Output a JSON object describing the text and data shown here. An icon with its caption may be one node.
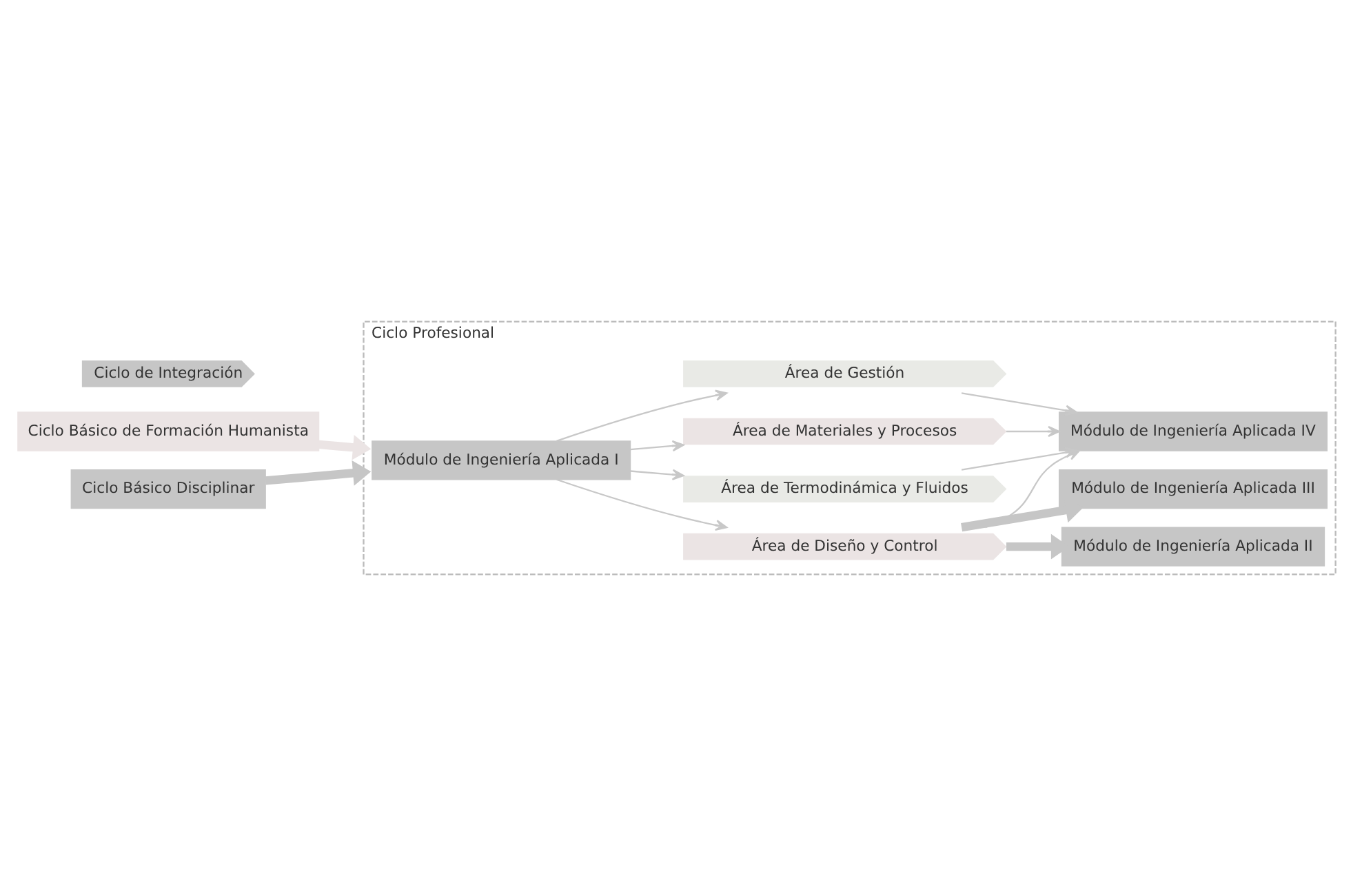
{
  "diagram": {
    "nodes": [
      {
        "text": [
          "Ciclo Básico de Formación Humanista"
        ]
      },
      {
        "text": [
          "Ciclo Básico Disciplinar"
        ]
      },
      {
        "text": [
          "Ciclo Profesional"
        ]
      },
      {
        "text": [
          "Módulo de Ingeniería Aplicada I"
        ],
        "in": 2
      },
      {
        "text": [
          "Área de Diseño y Control"
        ],
        "in": 2
      },
      {
        "text": [
          "Área de Termodinámica y Fluidos"
        ],
        "in": 2
      },
      {
        "text": [
          "Área de Materiales y Procesos"
        ],
        "in": 2
      },
      {
        "text": [
          "Área de Gestión"
        ],
        "in": 2
      },
      {
        "text": [
          "Módulo de Ingeniería Aplicada IV"
        ],
        "in": 2
      },
      {
        "text": [
          "Módulo de Ingeniería Aplicada II"
        ],
        "in": 2
      },
      {
        "text": [
          "Módulo de Ingeniería Aplicada III"
        ],
        "in": 2
      },
      {
        "text": [
          "Ciclo de Integración"
        ]
      }
    ],
    "edges": [
      {
        "from": 0,
        "to": 2,
        "arrow": "to",
        "style": "thick",
        "color": "#ebe4e4"
      },
      {
        "from": 1,
        "to": 2,
        "arrow": "to",
        "style": "thick",
        "color": "#c6c6c6"
      },
      {
        "from": 3,
        "to": 4,
        "arrow": "to"
      },
      {
        "from": 3,
        "to": 5,
        "arrow": "to"
      },
      {
        "from": 3,
        "to": 6,
        "arrow": "to"
      },
      {
        "from": 3,
        "to": 7,
        "arrow": "to"
      },
      {
        "from": 4,
        "to": 8,
        "arrow": "to"
      },
      {
        "from": 5,
        "to": 8,
        "arrow": "to"
      },
      {
        "from": 6,
        "to": 8,
        "arrow": "to"
      },
      {
        "from": 7,
        "to": 8,
        "arrow": "to"
      },
      {
        "from": 4,
        "to": 9,
        "arrow": "to",
        "style": "thick",
        "color": "#c6c6c6"
      },
      {
        "from": 4,
        "to": 10,
        "arrow": "to",
        "style": "thick",
        "color": "#c6c6c6"
      }
    ]
  }
}
